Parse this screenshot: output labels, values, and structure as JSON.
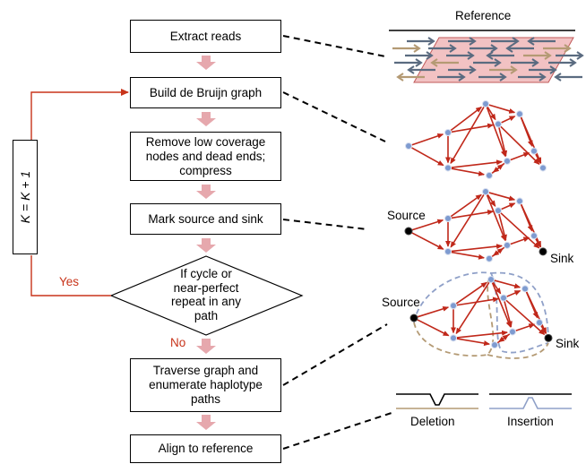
{
  "flow": {
    "extract_reads": "Extract reads",
    "build_graph": "Build de Bruijn graph",
    "remove_low_line1": "Remove low coverage",
    "remove_low_line2": "nodes and dead ends;",
    "remove_low_line3": "compress",
    "mark_source_sink": "Mark source and sink",
    "decision_line1": "If cycle or",
    "decision_line2": "near-perfect",
    "decision_line3": "repeat in any",
    "decision_line4": "path",
    "traverse_line1": "Traverse graph and",
    "traverse_line2": "enumerate haplotype",
    "traverse_line3": "paths",
    "align": "Align to reference",
    "yes": "Yes",
    "no": "No",
    "k_update": "K = K + 1"
  },
  "illustration": {
    "reference_title": "Reference",
    "source_1": "Source",
    "sink_1": "Sink",
    "source_2": "Source",
    "sink_2": "Sink",
    "deletion": "Deletion",
    "insertion": "Insertion"
  },
  "colors": {
    "flow_arrow": "#e6a8ad",
    "loop_line": "#c8341a",
    "graph_edge": "#c0281a",
    "node_fill": "#7e9bd0",
    "read_gray": "#5a6b80",
    "read_tan": "#b49a74",
    "highlight_fill": "#f2c2c3",
    "highlight_stroke": "#c05a5a",
    "path_tan": "#b49a74",
    "path_blue": "#8fa0c8"
  }
}
